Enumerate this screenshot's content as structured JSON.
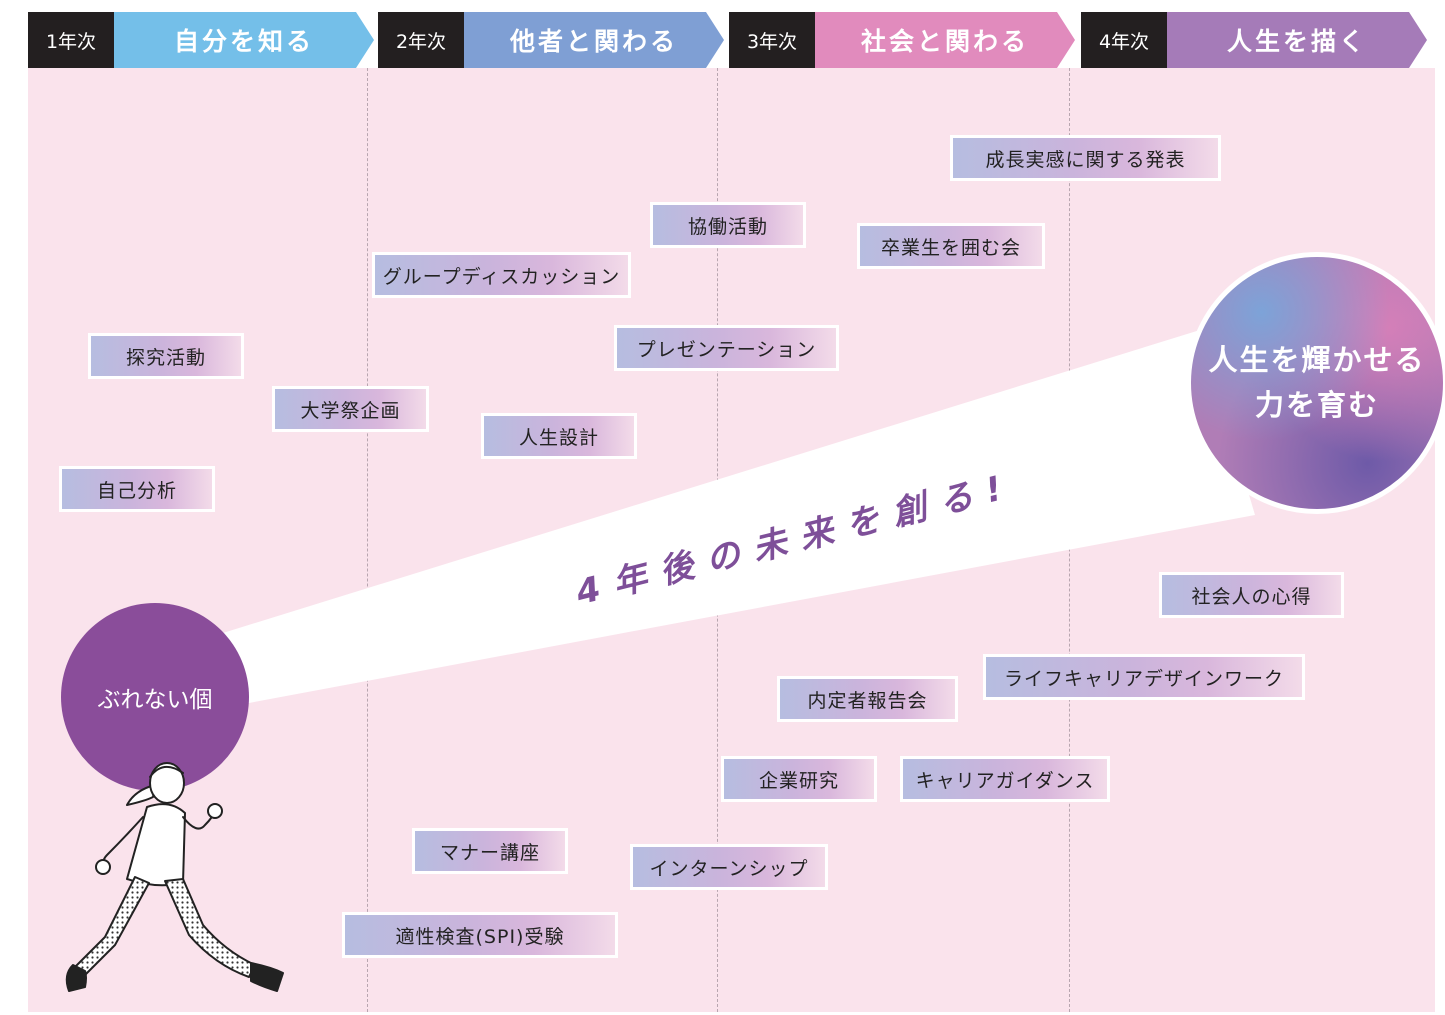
{
  "years": [
    {
      "label": "1年次",
      "theme": "自分を知る",
      "color": "#74bfe9"
    },
    {
      "label": "2年次",
      "theme": "他者と関わる",
      "color": "#7f9fd4"
    },
    {
      "label": "3年次",
      "theme": "社会と関わる",
      "color": "#e18bbd"
    },
    {
      "label": "4年次",
      "theme": "人生を描く",
      "color": "#a57bb8"
    }
  ],
  "start": {
    "label": "ぶれない個"
  },
  "goal": {
    "line1": "人生を輝かせる",
    "line2": "力を育む"
  },
  "beam_text": "4年後の未来を創る!",
  "activities": [
    "成長実感に関する発表",
    "協働活動",
    "卒業生を囲む会",
    "グループディスカッション",
    "プレゼンテーション",
    "探究活動",
    "大学祭企画",
    "人生設計",
    "自己分析",
    "社会人の心得",
    "ライフキャリアデザインワーク",
    "内定者報告会",
    "企業研究",
    "キャリアガイダンス",
    "マナー講座",
    "インターンシップ",
    "適性検査(SPI)受験"
  ],
  "colors": {
    "panel": "#fae3ec",
    "accent": "#8a4d9a",
    "beam_text": "#7e4f99"
  }
}
